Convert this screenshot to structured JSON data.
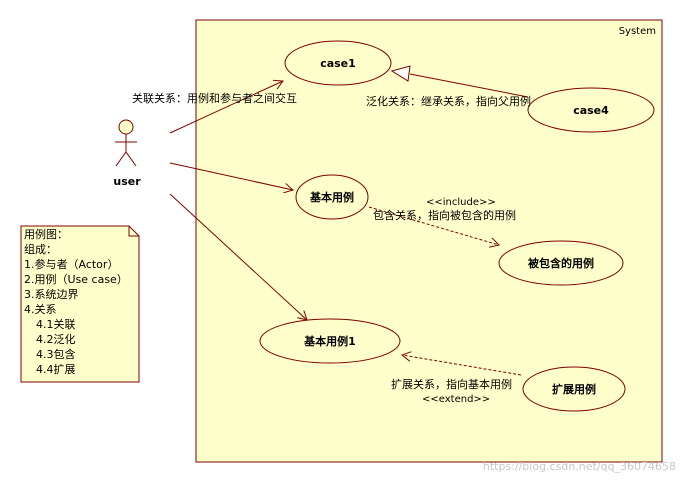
{
  "diagram": {
    "system_label": "System",
    "actor_name": "user",
    "use_cases": {
      "case1": "case1",
      "case4": "case4",
      "basic": "基本用例",
      "included": "被包含的用例",
      "basic1": "基本用例1",
      "extend": "扩展用例"
    },
    "relations": {
      "association_note": "关联关系：用例和参与者之间交互",
      "generalization_note": "泛化关系：继承关系，指向父用例",
      "include_stereotype": "<<include>>",
      "include_note": "包含关系，指向被包含的用例",
      "extend_note": "扩展关系，指向基本用例",
      "extend_stereotype": "<<extend>>"
    },
    "note": {
      "lines": [
        "用例图：",
        "组成：",
        "1.参与者（Actor）",
        "2.用例（Use case）",
        "3.系统边界",
        "4.关系",
        "4.1关联",
        "4.2泛化",
        "4.3包含",
        "4.4扩展"
      ]
    },
    "watermark": "https://blog.csdn.net/qq_36074658"
  },
  "colors": {
    "fill": "#ffffcc",
    "border": "#800000",
    "text": "#000000"
  }
}
